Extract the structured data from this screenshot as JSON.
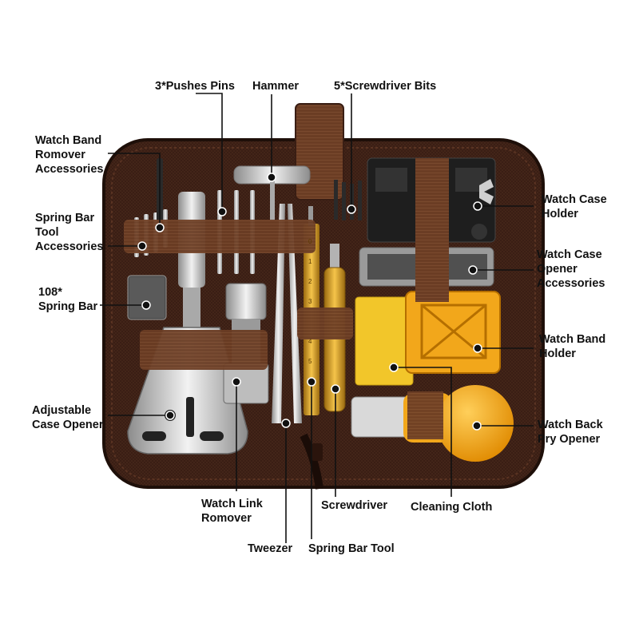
{
  "labels": {
    "pushes_pins": "3*Pushes Pins",
    "hammer": "Hammer",
    "screwdriver_bits": "5*Screwdriver Bits",
    "watch_band_remover": "Watch Band\nRomover\nAccessories",
    "spring_bar_tool_accessories": "Spring Bar\nTool\nAccessories",
    "spring_bar": "108*\nSpring Bar",
    "adjustable_case_opener": "Adjustable\nCase Opener",
    "watch_link_remover": "Watch Link\nRomover",
    "tweezer": "Tweezer",
    "spring_bar_tool": "Spring Bar Tool",
    "screwdriver": "Screwdriver",
    "cleaning_cloth": "Cleaning Cloth",
    "watch_case_holder": "Watch Case\nHolder",
    "watch_case_opener_accessories": "Watch Case\nOpener\nAccessories",
    "watch_band_holder": "Watch Band\nHolder",
    "watch_back_pry_opener": "Watch Back\nPry Opener"
  },
  "ruler_marks": [
    "0",
    "1",
    "2",
    "3",
    "4",
    "5"
  ],
  "colors": {
    "case_brown": "#3a1e14",
    "strap_brown": "#6b3d24",
    "yellow": "#f2a71b",
    "metal": "#b8b8b8",
    "text": "#111111"
  }
}
